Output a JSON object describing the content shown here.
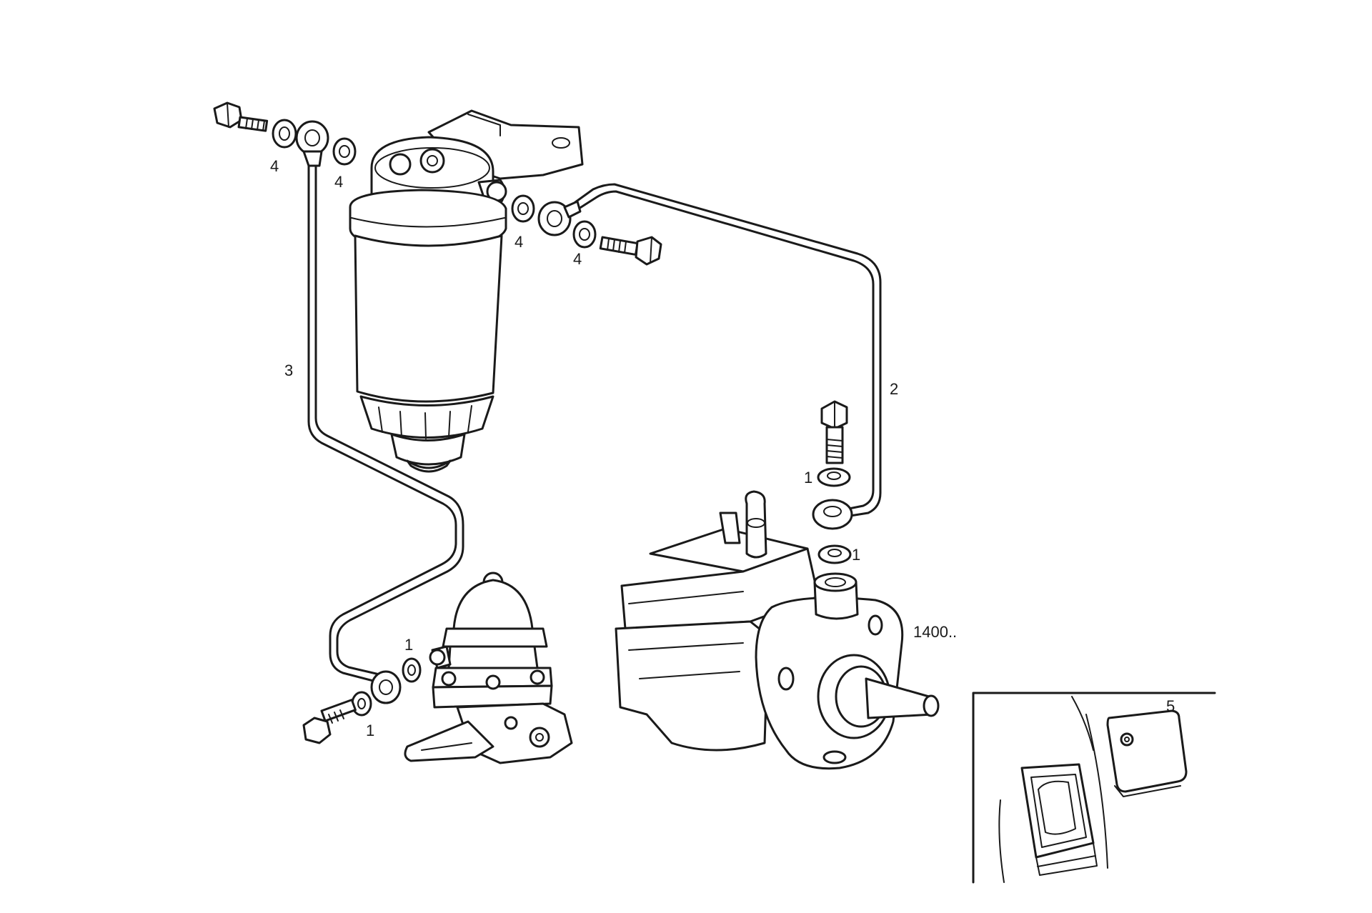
{
  "callouts": {
    "washer_bolt_left": "4",
    "washer_banjo_left": "4",
    "washer_filter_right": "4",
    "washer_bolt_right": "4",
    "fuel_line_3": "3",
    "fuel_line_2": "2",
    "washer_pump_upper": "1",
    "washer_pump_lower": "1",
    "washer_injection_upper": "1",
    "washer_injection_lower": "1",
    "injection_pump_ref": "1400..",
    "inset_cover": "5"
  }
}
